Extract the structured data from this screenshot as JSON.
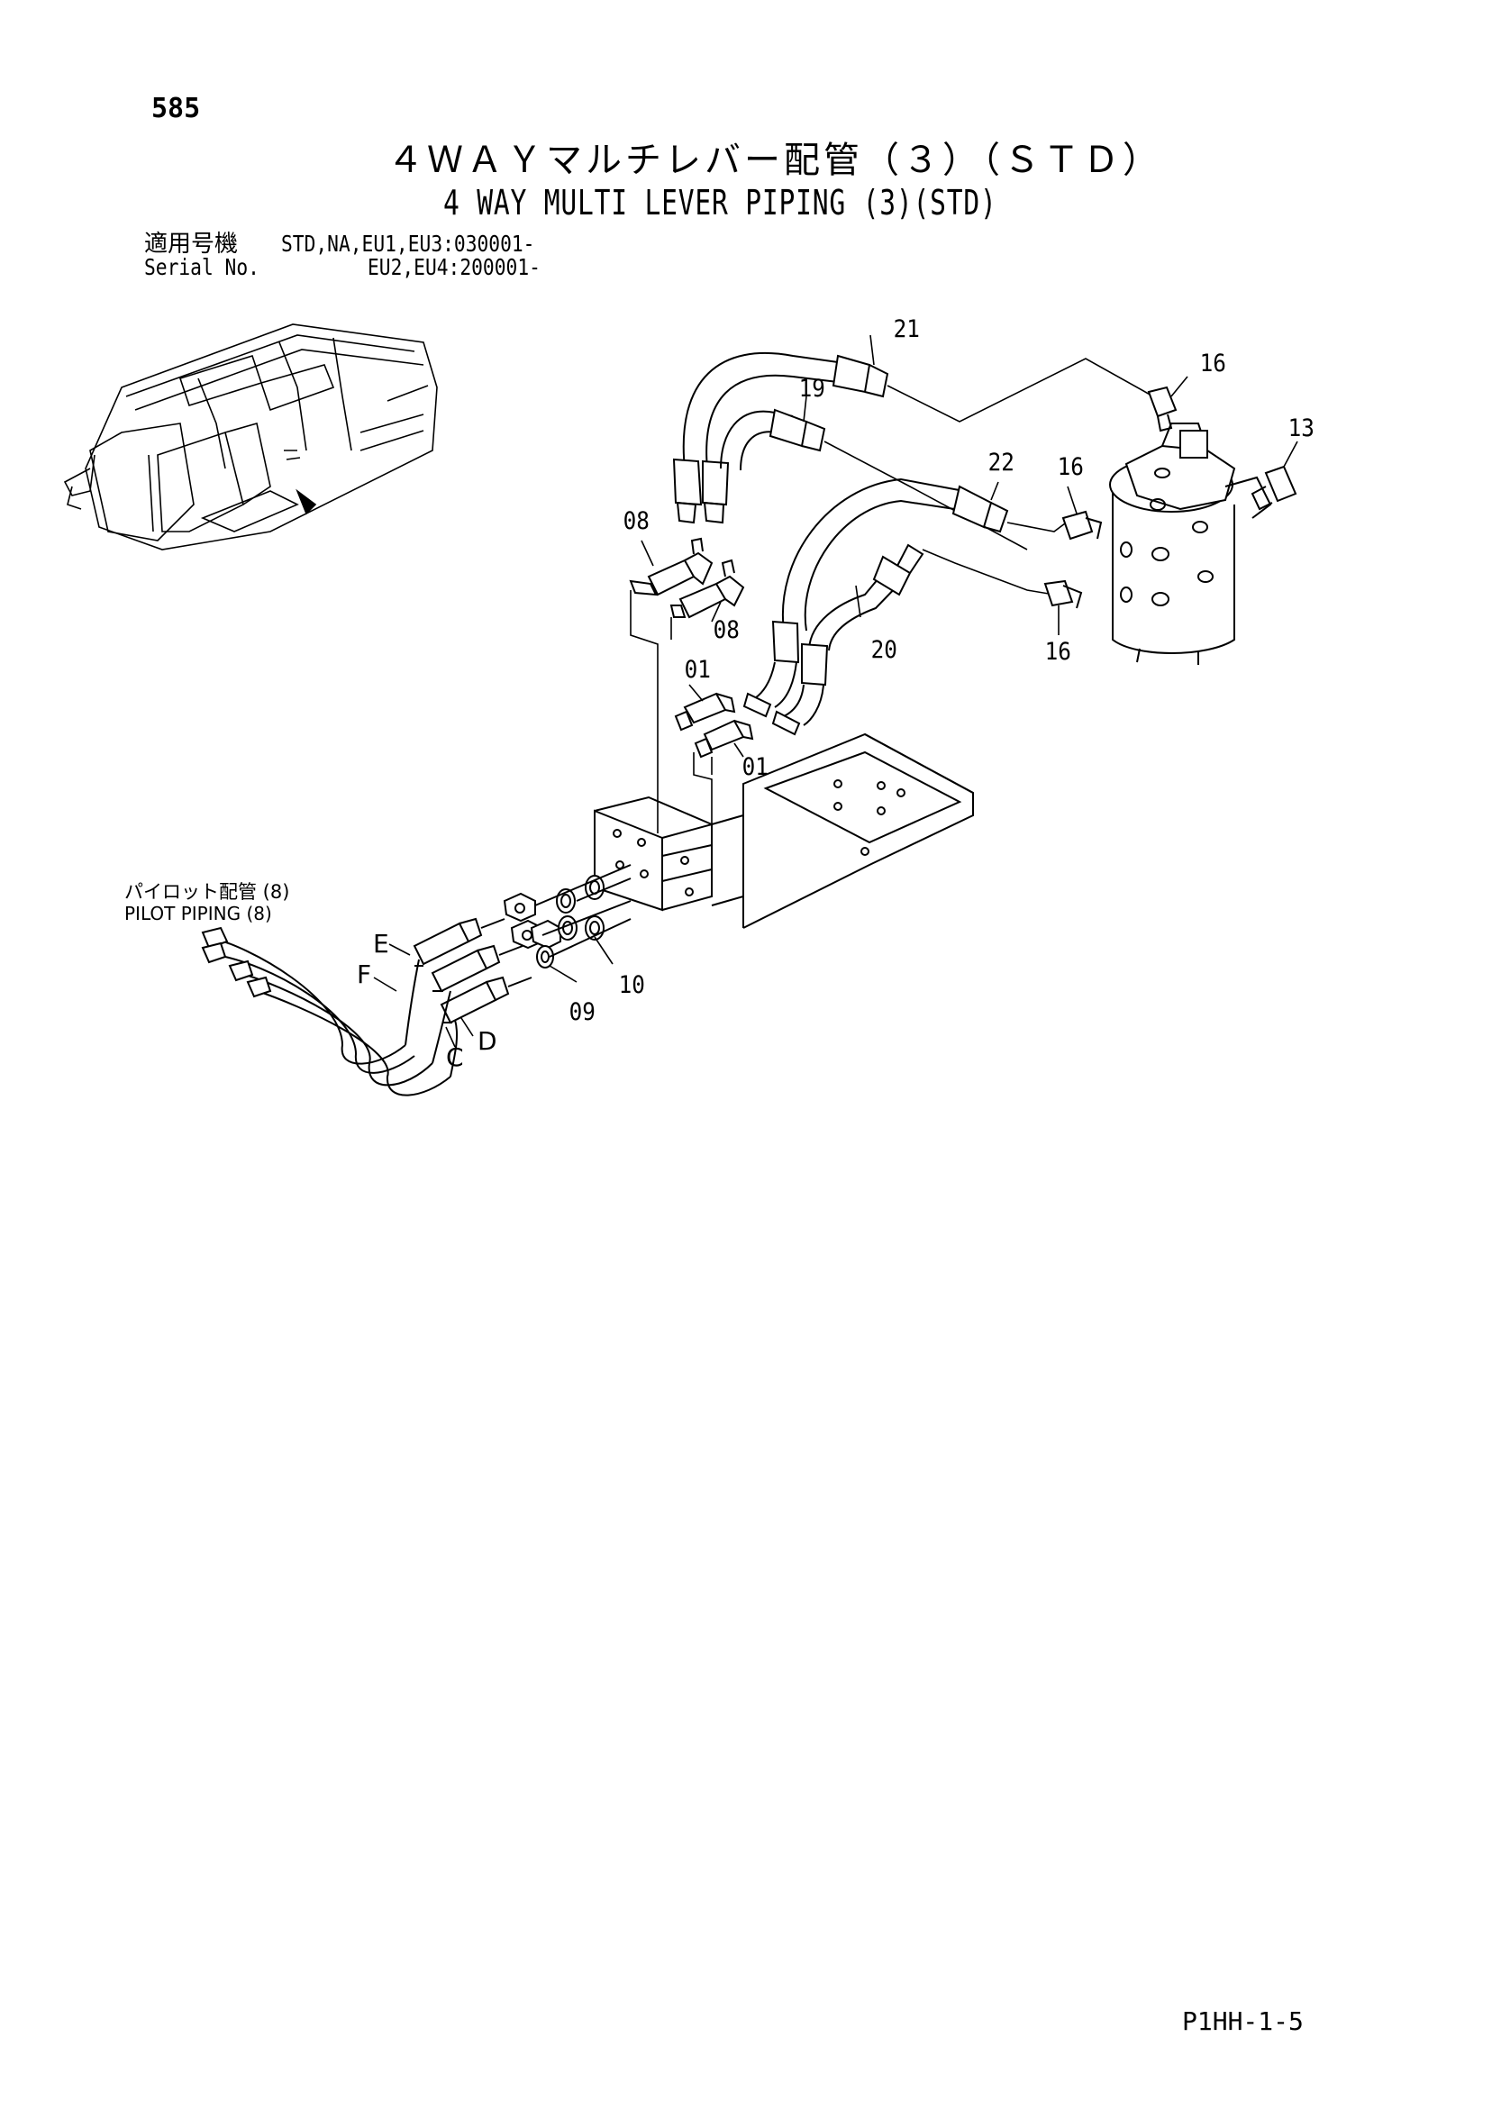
{
  "page": {
    "number": "585",
    "title_jp": "４ＷＡＹマルチレバー配管（３）（ＳＴＤ）",
    "title_en": "4 WAY MULTI LEVER PIPING (3)(STD)",
    "applicable_label_jp": "適用号機",
    "applicable_value_1": "STD,NA,EU1,EU3:030001-",
    "serial_label_en": "Serial No.",
    "applicable_value_2": "EU2,EU4:200001-",
    "footer_code": "P1HH-1-5"
  },
  "reference": {
    "label_jp": "パイロット配管 (8)",
    "label_en": "PILOT PIPING (8)"
  },
  "callouts": {
    "c21": "21",
    "c19": "19",
    "c16a": "16",
    "c13": "13",
    "c22": "22",
    "c16b": "16",
    "c16c": "16",
    "c08a": "08",
    "c08b": "08",
    "c20": "20",
    "c01a": "01",
    "c01b": "01",
    "c10": "10",
    "c09": "09"
  },
  "hose_letters": {
    "e": "E",
    "f": "F",
    "c": "C",
    "d": "D"
  }
}
